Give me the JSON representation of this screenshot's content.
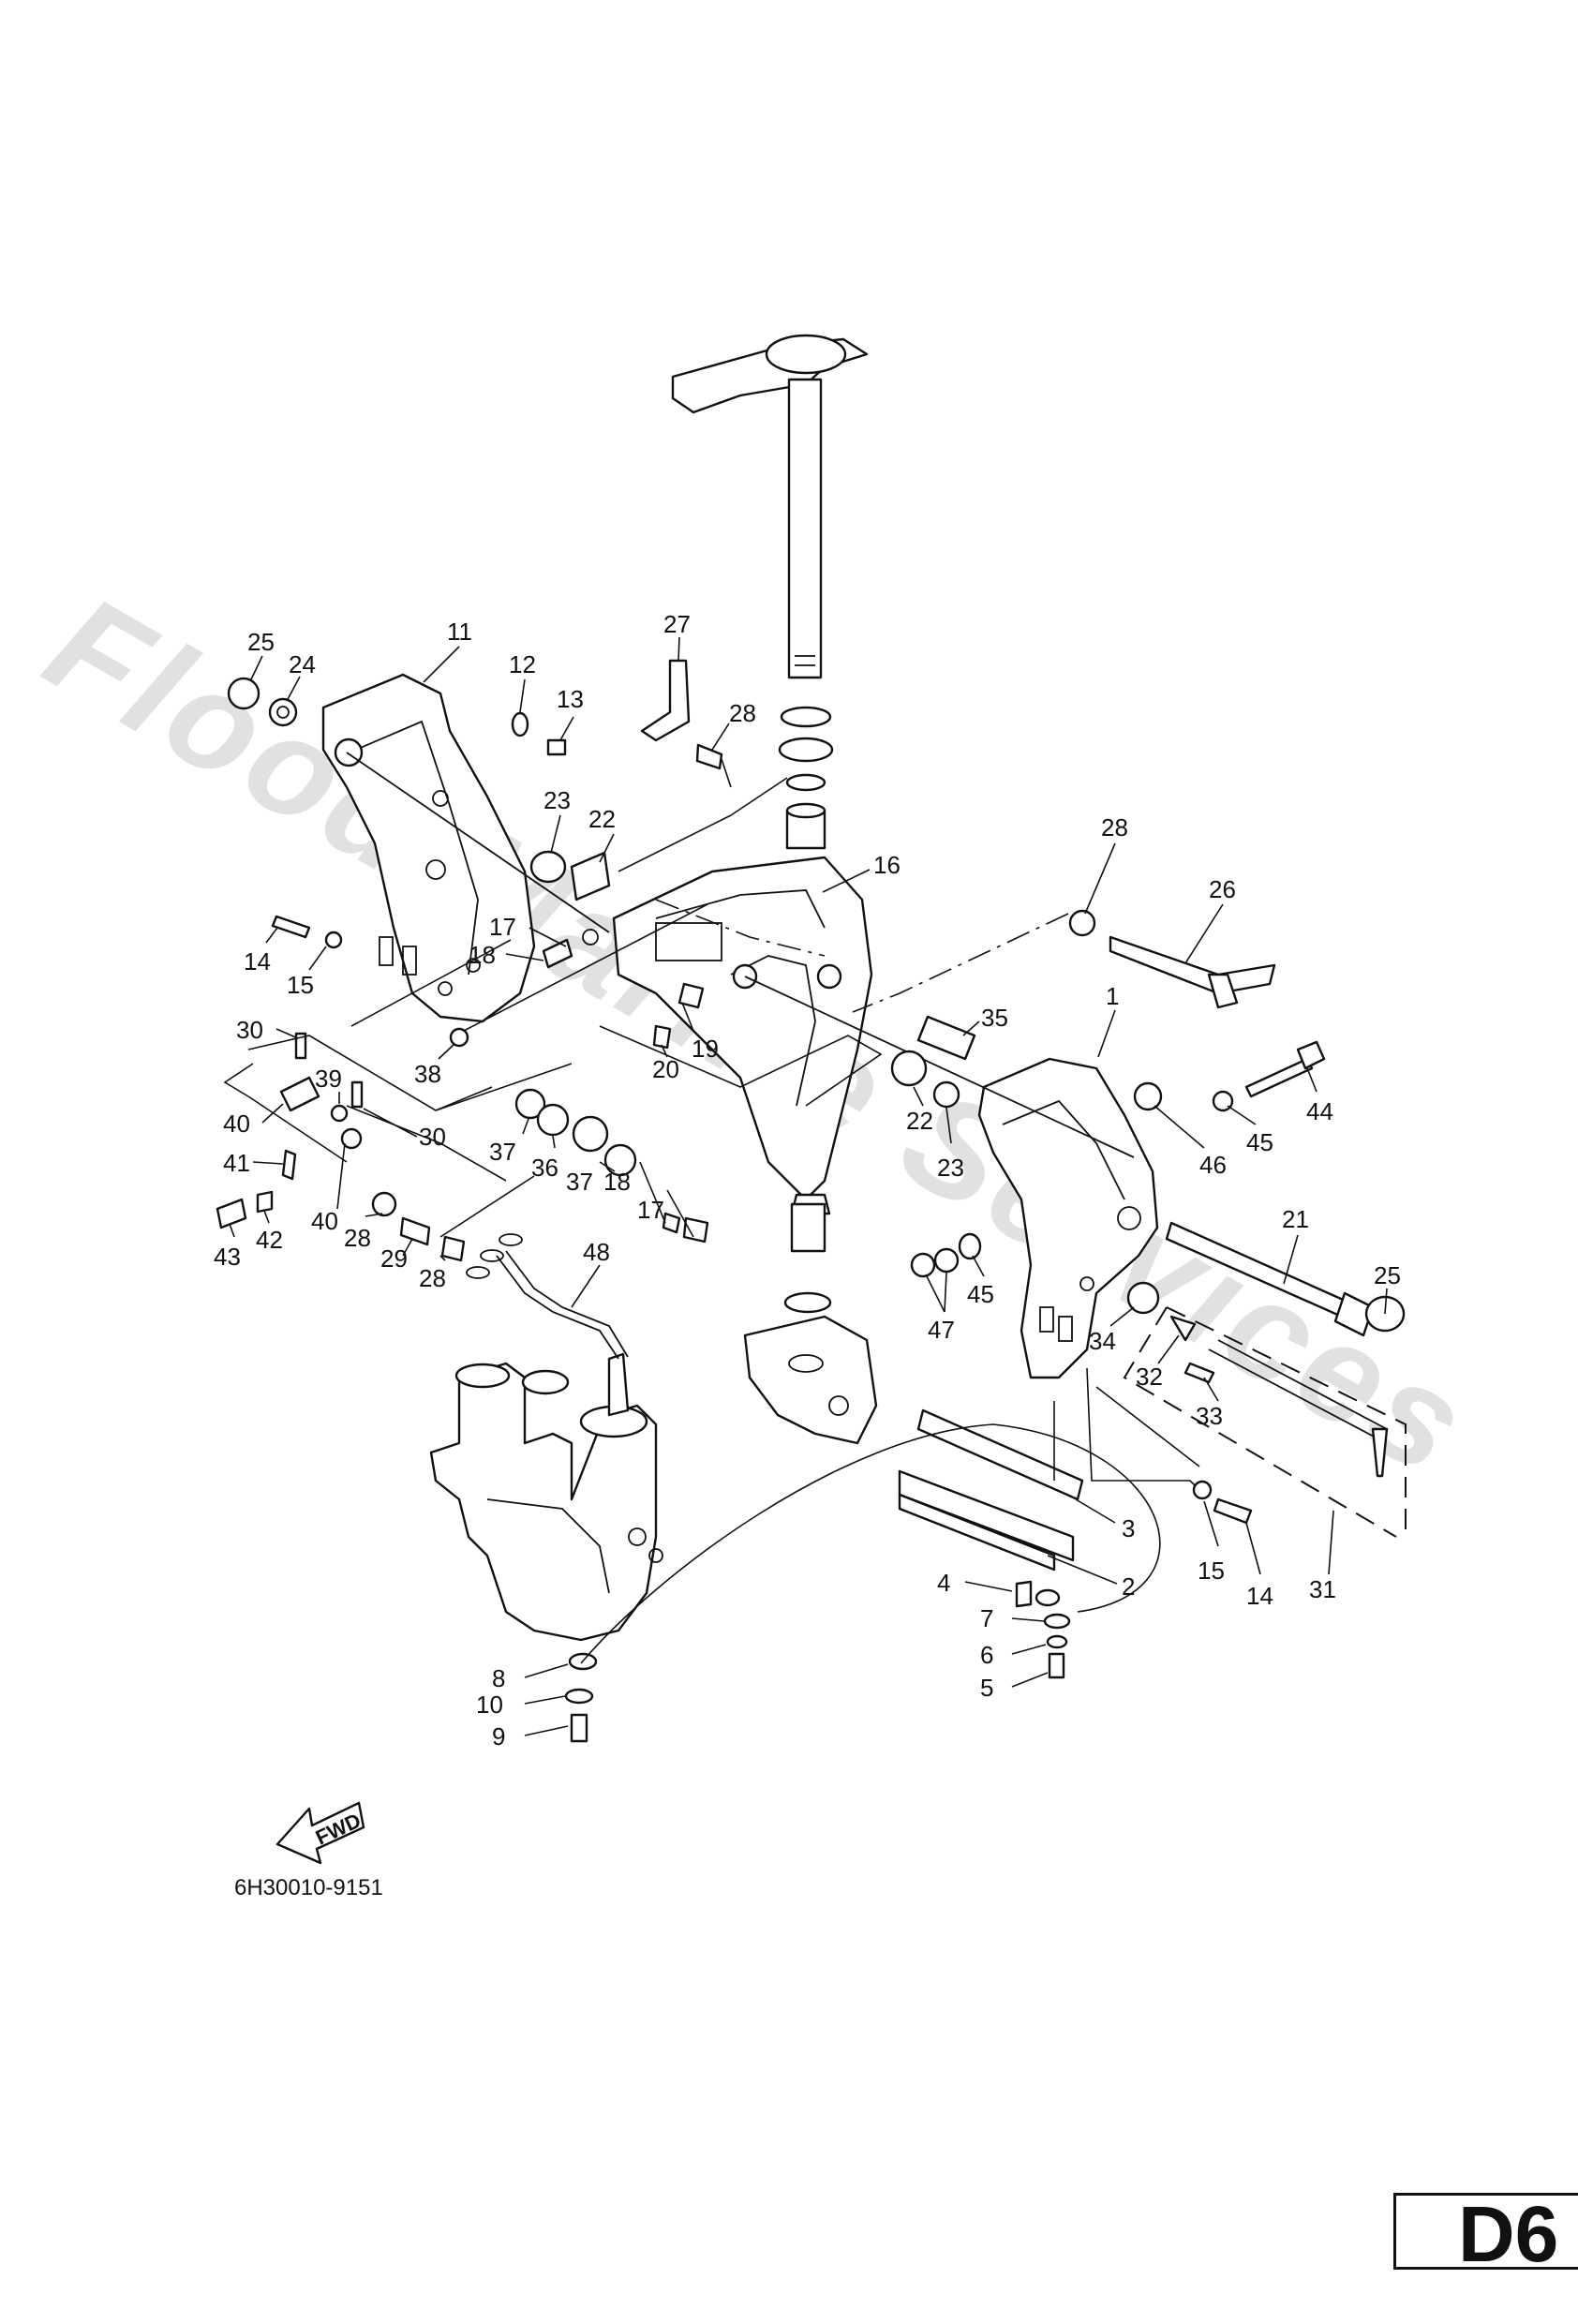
{
  "watermark": "Flood Marine Services",
  "diagram_code": "6H30010-9151",
  "fwd_label": "FWD",
  "page_code": "D6",
  "callouts": [
    "1",
    "2",
    "3",
    "4",
    "5",
    "6",
    "7",
    "8",
    "9",
    "10",
    "11",
    "12",
    "13",
    "14",
    "14",
    "15",
    "15",
    "16",
    "17",
    "17",
    "18",
    "18",
    "19",
    "20",
    "21",
    "22",
    "22",
    "23",
    "23",
    "24",
    "25",
    "25",
    "26",
    "27",
    "28",
    "28",
    "28",
    "28",
    "29",
    "30",
    "30",
    "31",
    "32",
    "33",
    "34",
    "35",
    "36",
    "37",
    "37",
    "38",
    "39",
    "40",
    "40",
    "41",
    "42",
    "43",
    "44",
    "45",
    "45",
    "46",
    "47",
    "48"
  ]
}
